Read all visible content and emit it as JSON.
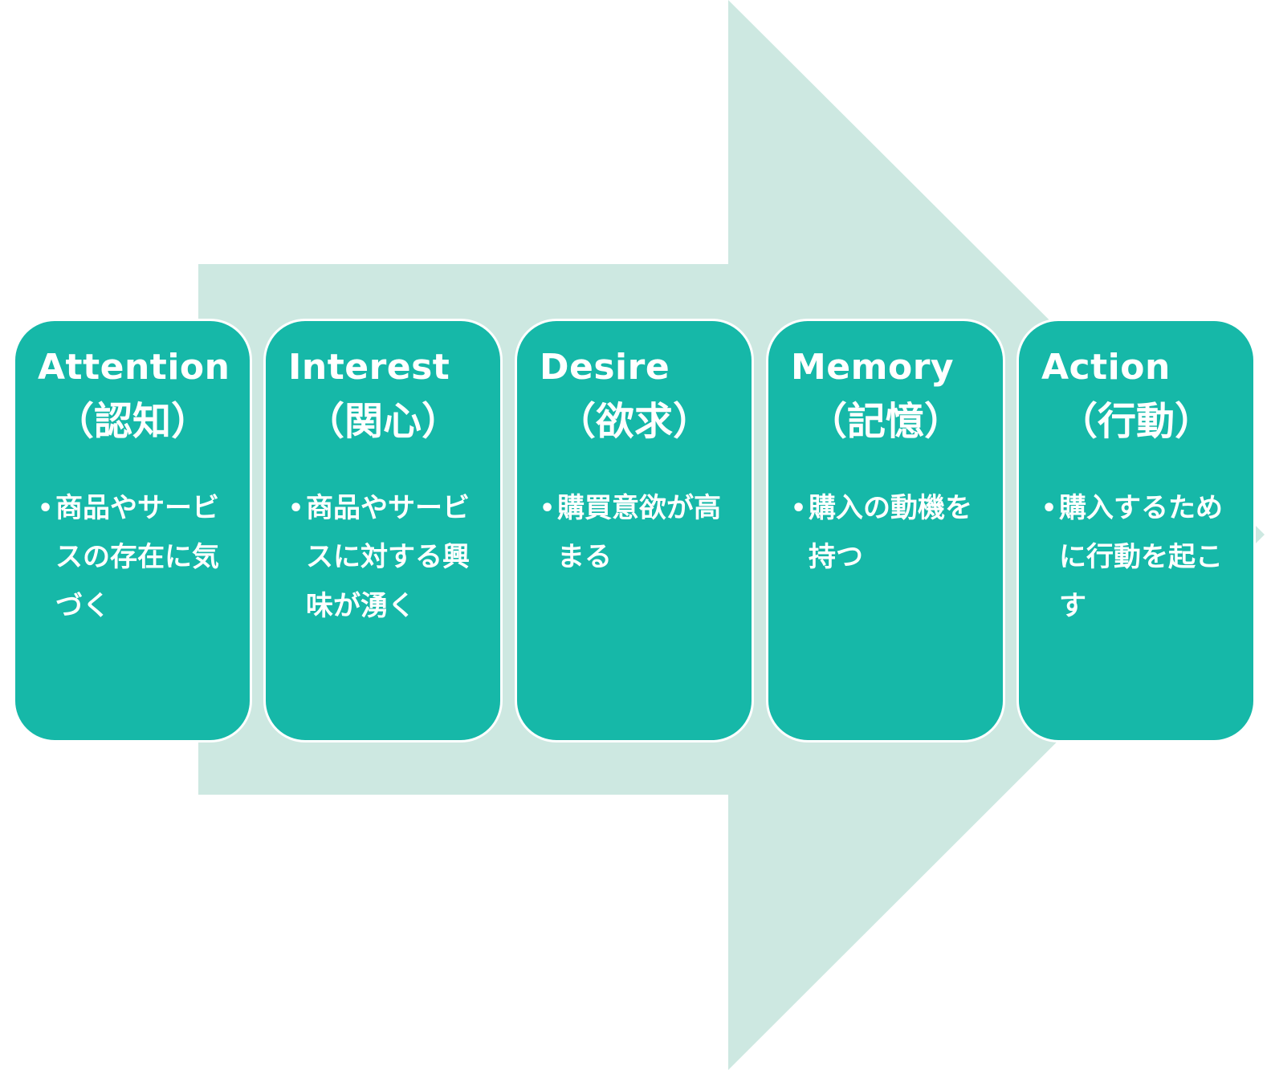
{
  "diagram": {
    "arrow_color": "#cde8e1",
    "card_color": "#16b8a8",
    "text_color": "#ffffff",
    "stages": [
      {
        "title": "Attention",
        "subtitle": "（認知）",
        "description": "商品やサービスの存在に気づく"
      },
      {
        "title": "Interest",
        "subtitle": "（関心）",
        "description": "商品やサービスに対する興味が湧く"
      },
      {
        "title": "Desire",
        "subtitle": "（欲求）",
        "description": "購買意欲が高まる"
      },
      {
        "title": "Memory",
        "subtitle": "（記憶）",
        "description": "購入の動機を持つ"
      },
      {
        "title": "Action",
        "subtitle": "（行動）",
        "description": "購入するために行動を起こす"
      }
    ]
  }
}
